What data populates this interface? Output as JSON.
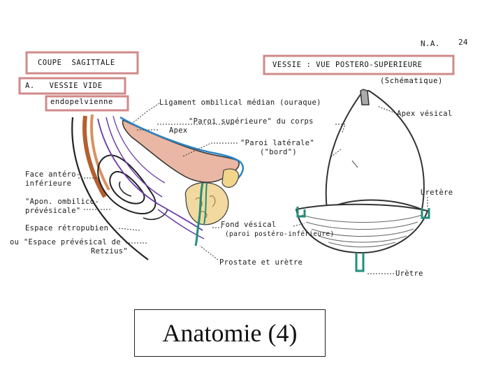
{
  "header": {
    "na": "N.A.",
    "page_number": "24"
  },
  "left_panel": {
    "box1": "COUPE  SAGITTALE",
    "box2": "A.   VESSIE VIDE",
    "box3": "endopelvienne"
  },
  "right_panel": {
    "title": "VESSIE : VUE POSTERO-SUPERIEURE",
    "subtitle": "(Schématique)"
  },
  "labels": {
    "ligament": "Ligament ombilical médian (ouraque)",
    "paroi_sup": "\"Paroi supérieure\" du corps",
    "apex_left": "Apex",
    "paroi_lat_1": "\"Paroi latérale\"",
    "paroi_lat_2": "(\"bord\")",
    "face_ant_1": "Face antéro-",
    "face_ant_2": "inférieure",
    "apon_1": "\"Apon. ombilico-",
    "apon_2": "prévésicale\"",
    "espace_retro": "Espace rétropubien",
    "espace_prev_1": "ou \"Espace prévésical de",
    "espace_prev_2": "Retzius\"",
    "fond_1": "Fond vésical",
    "fond_2": "(paroi postéro-inférieure)",
    "prostate": "Prostate et urètre",
    "apex_vesical": "Apex vésical",
    "uretere": "Uretère",
    "uretre": "Urètre"
  },
  "bottom_title": "Anatomie (4)"
}
